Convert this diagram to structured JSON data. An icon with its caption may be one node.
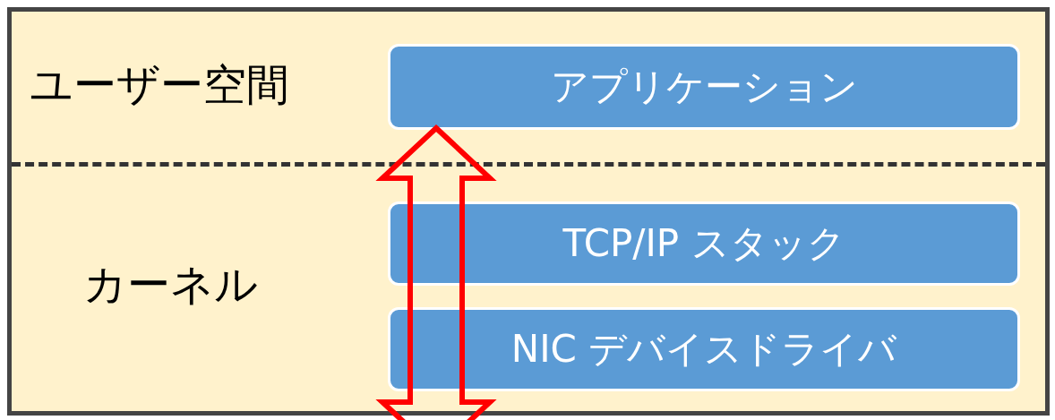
{
  "diagram": {
    "nodes": [
      {
        "text": [
          "ユーザー空間"
        ]
      },
      {
        "text": [
          "カーネル"
        ]
      },
      {
        "text": [
          "アプリケーション"
        ],
        "in": 0
      },
      {
        "text": [
          "TCP/IP スタック"
        ],
        "in": 1
      },
      {
        "text": [
          "NIC デバイスドライバ"
        ],
        "in": 1
      }
    ],
    "edges": [
      {
        "from": null,
        "to": 2,
        "arrow": "both",
        "style": "thick",
        "color": "#ff0000"
      }
    ]
  }
}
